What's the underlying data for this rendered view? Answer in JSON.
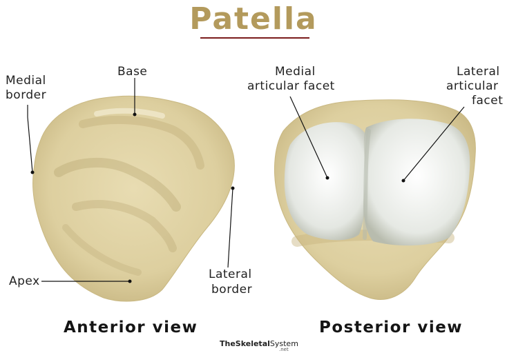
{
  "title": "Patella",
  "anterior": {
    "view_label": "Anterior view",
    "labels": {
      "base": "Base",
      "medial_border_line1": "Medial",
      "medial_border_line2": "border",
      "lateral_border_line1": "Lateral",
      "lateral_border_line2": "border",
      "apex": "Apex"
    }
  },
  "posterior": {
    "view_label": "Posterior view",
    "labels": {
      "medial_facet_line1": "Medial",
      "medial_facet_line2": "articular facet",
      "lateral_facet_line1": "Lateral",
      "lateral_facet_line2": "articular",
      "lateral_facet_line3": "facet"
    }
  },
  "logo": {
    "the": "The",
    "skeletal": "Skeletal",
    "system": "System",
    "net": ".net"
  },
  "colors": {
    "title": "#b39a5c",
    "title_rule": "#7a1b1b",
    "bone": "#e3d6ab",
    "bone_shadow": "#bfae7a",
    "cartilage": "#eceee9"
  }
}
